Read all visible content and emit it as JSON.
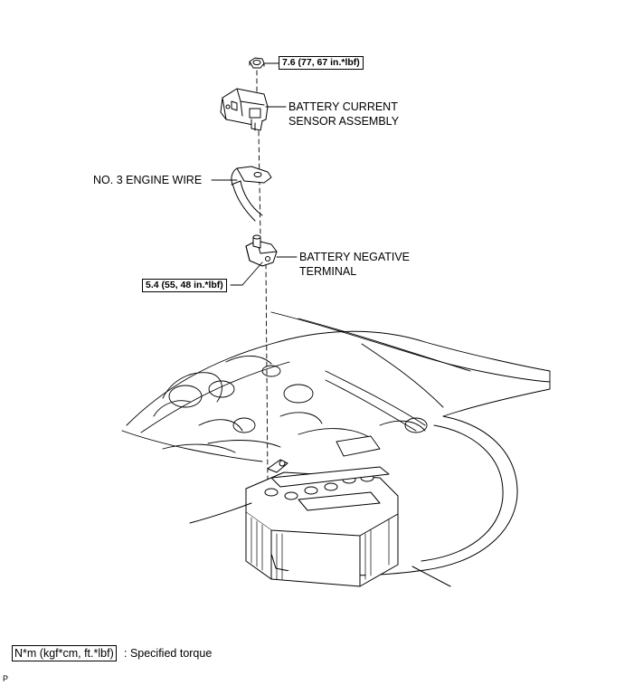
{
  "labels": {
    "sensor_line1": "BATTERY CURRENT",
    "sensor_line2": "SENSOR ASSEMBLY",
    "engine_wire": "NO. 3 ENGINE WIRE",
    "terminal_line1": "BATTERY NEGATIVE",
    "terminal_line2": "TERMINAL"
  },
  "torque": {
    "nut": "7.6 (77, 67 in.*lbf)",
    "terminal": "5.4 (55, 48 in.*lbf)"
  },
  "legend": {
    "unit": "N*m (kgf*cm, ft.*lbf)",
    "description": ": Specified torque"
  },
  "figure_code": "P"
}
